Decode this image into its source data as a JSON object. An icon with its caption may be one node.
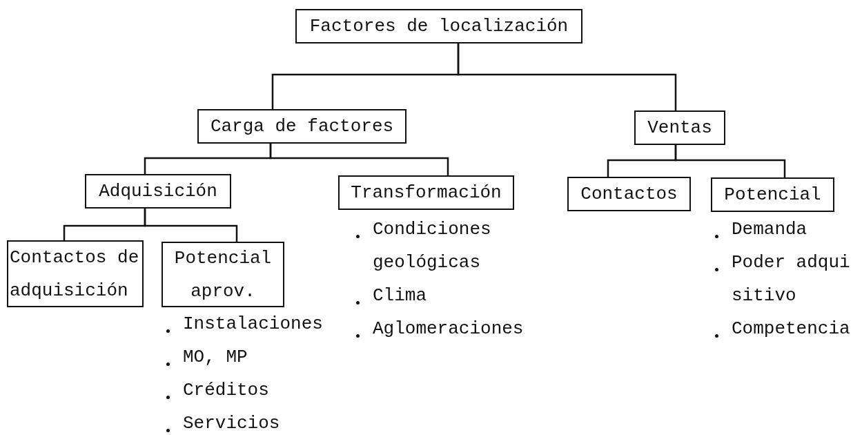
{
  "diagram": {
    "nodes": [
      {
        "text": [
          "Factores de localización"
        ]
      },
      {
        "text": [
          "Carga de factores"
        ]
      },
      {
        "text": [
          "Ventas"
        ]
      },
      {
        "text": [
          "Adquisición"
        ]
      },
      {
        "text": [
          "Transformación"
        ],
        "beside": [
          "Condiciones geológicas",
          "Clima",
          "Aglomeraciones"
        ]
      },
      {
        "text": [
          "Contactos"
        ]
      },
      {
        "text": [
          "Potencial"
        ],
        "beside": [
          "Demanda",
          "Poder adqui sitivo",
          "Competencia"
        ]
      },
      {
        "text": [
          "Contactos de adquisición"
        ]
      },
      {
        "text": [
          "Potencial aprov."
        ],
        "beside": [
          "Instalaciones",
          "MO, MP",
          "Créditos",
          "Servicios"
        ]
      }
    ],
    "edges": [
      {
        "from": 0,
        "to": 1,
        "arrow": "none"
      },
      {
        "from": 0,
        "to": 2,
        "arrow": "none"
      },
      {
        "from": 1,
        "to": 3,
        "arrow": "none"
      },
      {
        "from": 1,
        "to": 4,
        "arrow": "none"
      },
      {
        "from": 2,
        "to": 5,
        "arrow": "none"
      },
      {
        "from": 2,
        "to": 6,
        "arrow": "none"
      },
      {
        "from": 3,
        "to": 7,
        "arrow": "none"
      },
      {
        "from": 3,
        "to": 8,
        "arrow": "none"
      }
    ]
  }
}
